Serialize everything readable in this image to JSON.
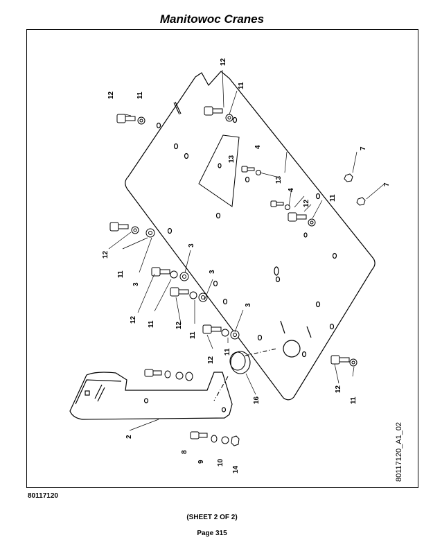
{
  "header": {
    "title": "Manitowoc Cranes"
  },
  "drawing": {
    "figure_id": "80117120_A1_02",
    "callouts": {
      "c2": "2",
      "c3a": "3",
      "c3b": "3",
      "c3c": "3",
      "c3d": "3",
      "c4a": "4",
      "c4b": "4",
      "c7a": "7",
      "c7b": "7",
      "c8": "8",
      "c9": "9",
      "c10": "10",
      "c11a": "11",
      "c11b": "11",
      "c11c": "11",
      "c11d": "11",
      "c11e": "11",
      "c11f": "11",
      "c11g": "11",
      "c12a": "12",
      "c12b": "12",
      "c12c": "12",
      "c12d": "12",
      "c12e": "12",
      "c12f": "12",
      "c12g": "12",
      "c12h": "12",
      "c13a": "13",
      "c13b": "13",
      "c14": "14",
      "c16": "16"
    }
  },
  "footer": {
    "doc_number": "80117120",
    "sheet": "(SHEET 2 OF 2)",
    "page": "Page 315"
  }
}
